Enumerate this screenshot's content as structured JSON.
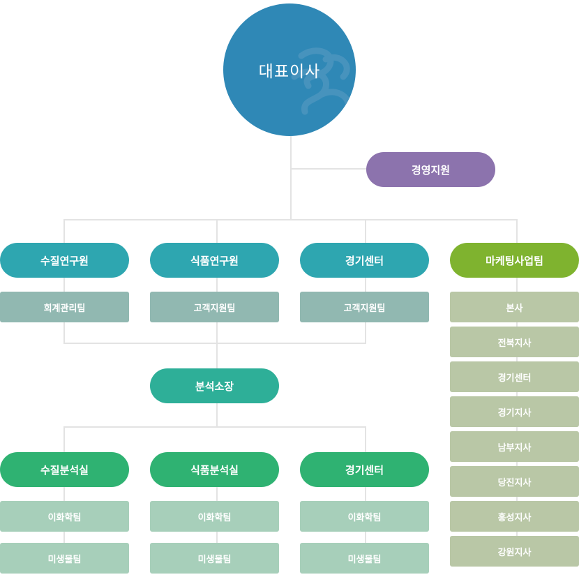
{
  "ceo": {
    "label": "대표이사"
  },
  "management_support": {
    "label": "경영지원"
  },
  "divisions": [
    {
      "label": "수질연구원",
      "teams": [
        "회계관리팀"
      ]
    },
    {
      "label": "식품연구원",
      "teams": [
        "고객지원팀"
      ]
    },
    {
      "label": "경기센터",
      "teams": [
        "고객지원팀"
      ]
    }
  ],
  "marketing": {
    "label": "마케팅사업팀",
    "branches": [
      "본사",
      "전북지사",
      "경기센터",
      "경기지사",
      "남부지사",
      "당진지사",
      "홍성지사",
      "강원지사"
    ]
  },
  "lab_director": {
    "label": "분석소장"
  },
  "labs": [
    {
      "label": "수질분석실",
      "teams": [
        "이화학팀",
        "미생물팀"
      ]
    },
    {
      "label": "식품분석실",
      "teams": [
        "이화학팀",
        "미생물팀"
      ]
    },
    {
      "label": "경기센터",
      "teams": [
        "이화학팀",
        "미생물팀"
      ]
    }
  ],
  "colors": {
    "ceo": "#2f88b6",
    "management": "#8c73ad",
    "division": "#2ea6b0",
    "marketing": "#7fb32f",
    "director": "#2eaf98",
    "lab": "#2fb272",
    "team_box": "#91b8b1",
    "branch_box": "#b9c7a6",
    "lab_team_box": "#a7cfba"
  }
}
